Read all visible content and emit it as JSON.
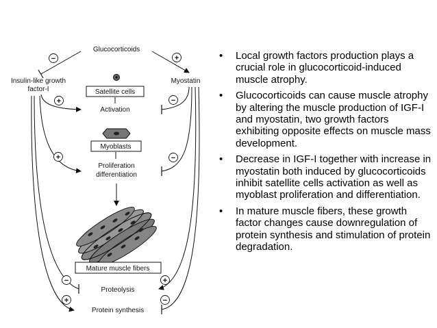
{
  "diagram": {
    "nodes": {
      "glucocorticoids": "Glucocorticoids",
      "igf_line1": "Insulin-like growth",
      "igf_line2": "factor-I",
      "myostatin": "Myostatin",
      "satellite_cells": "Satellite cells",
      "activation": "Activation",
      "myoblasts": "Myoblasts",
      "proliferation_line1": "Proliferation",
      "proliferation_line2": "differentiation",
      "mature_fibers": "Mature muscle fibers",
      "proteolysis": "Proteolysis",
      "protein_synthesis": "Protein synthesis"
    },
    "signs": {
      "minus": "−",
      "plus": "+"
    }
  },
  "bullets": [
    "Local growth factors production plays a crucial role in glucocorticoid-induced muscle atrophy.",
    "Glucocorticoids can cause muscle atrophy by altering the muscle production of IGF-I and myostatin, two growth factors exhibiting opposite effects on muscle mass development.",
    "Decrease in IGF-I together with increase in myostatin both induced by glucocorticoids inhibit satellite cells activation as well as myoblast proliferation and differentiation.",
    "In mature muscle fibers, these growth factor changes cause downregulation of protein synthesis and stimulation of protein degradation."
  ]
}
